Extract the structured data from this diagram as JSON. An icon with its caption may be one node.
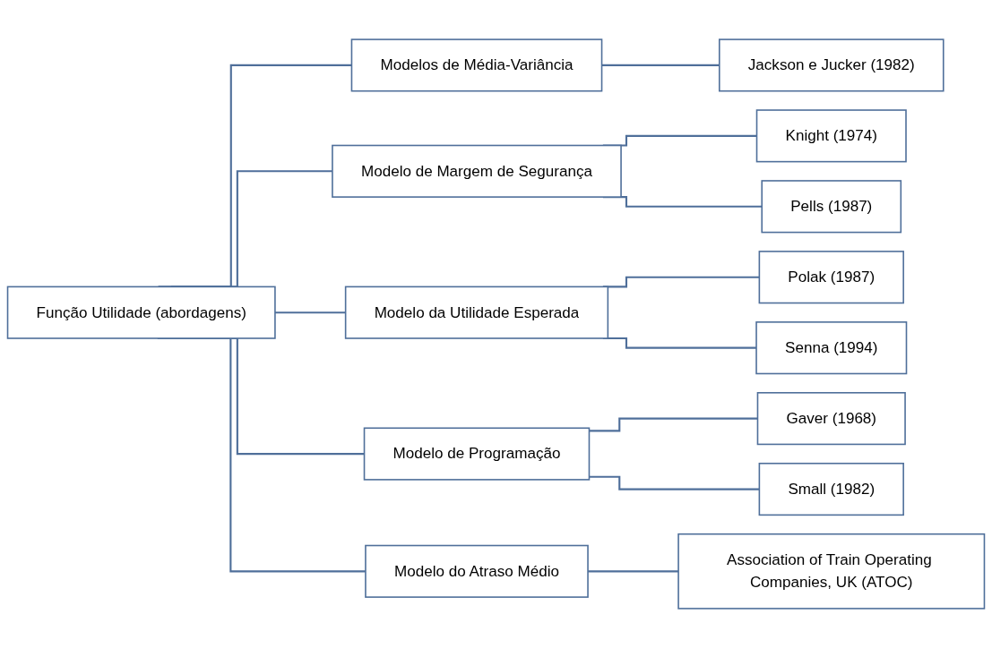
{
  "diagram": {
    "nodes": [
      {
        "text": [
          "Função Utilidade (abordagens)"
        ]
      },
      {
        "text": [
          "Modelos de Média-Variância"
        ]
      },
      {
        "text": [
          "Jackson e Jucker (1982)"
        ]
      },
      {
        "text": [
          "Modelo de Margem de Segurança"
        ]
      },
      {
        "text": [
          "Knight (1974)"
        ]
      },
      {
        "text": [
          "Pells (1987)"
        ]
      },
      {
        "text": [
          "Modelo da Utilidade Esperada"
        ]
      },
      {
        "text": [
          "Polak (1987)"
        ]
      },
      {
        "text": [
          "Senna (1994)"
        ]
      },
      {
        "text": [
          "Modelo de Programação"
        ]
      },
      {
        "text": [
          "Gaver (1968)"
        ]
      },
      {
        "text": [
          "Small (1982)"
        ]
      },
      {
        "text": [
          "Modelo do Atraso Médio"
        ]
      },
      {
        "text": [
          "Association of Train Operating Companies, UK (ATOC)"
        ]
      }
    ],
    "edges": [
      {
        "from": 0,
        "to": 1,
        "arrow": "none"
      },
      {
        "from": 1,
        "to": 2,
        "arrow": "none"
      },
      {
        "from": 0,
        "to": 3,
        "arrow": "none"
      },
      {
        "from": 3,
        "to": 4,
        "arrow": "none"
      },
      {
        "from": 3,
        "to": 5,
        "arrow": "none"
      },
      {
        "from": 0,
        "to": 6,
        "arrow": "none"
      },
      {
        "from": 6,
        "to": 7,
        "arrow": "none"
      },
      {
        "from": 6,
        "to": 8,
        "arrow": "none"
      },
      {
        "from": 0,
        "to": 9,
        "arrow": "none"
      },
      {
        "from": 9,
        "to": 10,
        "arrow": "none"
      },
      {
        "from": 9,
        "to": 11,
        "arrow": "none"
      },
      {
        "from": 0,
        "to": 12,
        "arrow": "none"
      },
      {
        "from": 12,
        "to": 13,
        "arrow": "none"
      }
    ]
  }
}
